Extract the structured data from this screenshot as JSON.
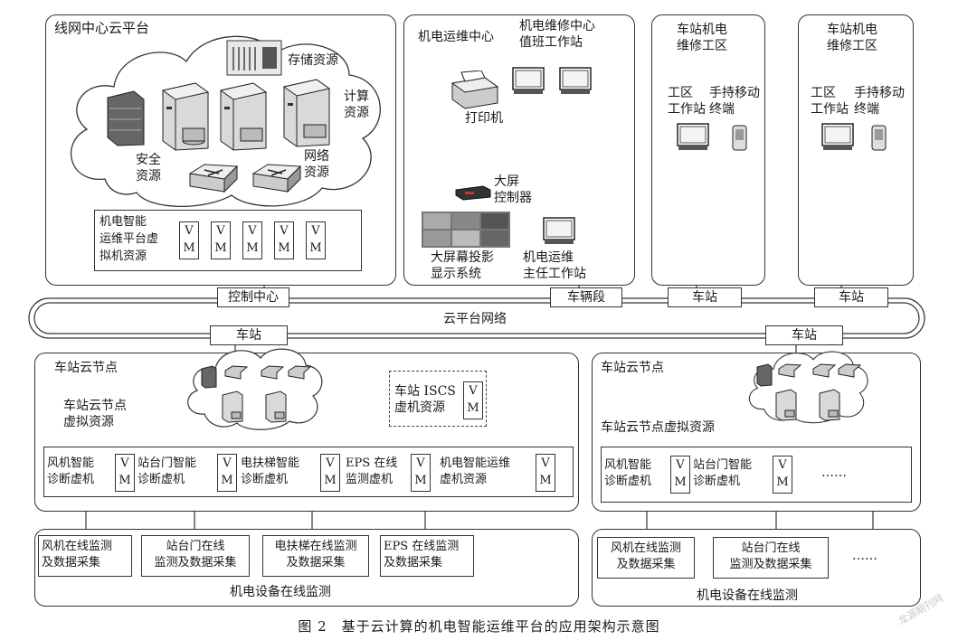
{
  "cloud_platform": {
    "title": "线网中心云平台",
    "storage": "存储资源",
    "compute": "计算\n资源",
    "security": "安全\n资源",
    "network": "网络\n资源",
    "vm_title": "机电智能\n运维平台虚\n拟机资源",
    "vm_label": "V\nM",
    "tag": "控制中心"
  },
  "maintenance_center": {
    "title": "机电运维中心",
    "duty_station": "机电维修中心\n值班工作站",
    "printer": "打印机",
    "screen_controller": "大屏\n控制器",
    "projection": "大屏幕投影\n显示系统",
    "director_station": "机电运维\n主任工作站",
    "tag": "车辆段"
  },
  "station_area_1": {
    "title": "车站机电\n维修工区",
    "workstation": "工区\n工作站",
    "mobile": "手持移动\n终端",
    "tag": "车站"
  },
  "station_area_2": {
    "title": "车站机电\n维修工区",
    "workstation": "工区\n工作站",
    "mobile": "手持移动\n终端",
    "tag": "车站"
  },
  "network": {
    "label": "云平台网络"
  },
  "left_node": {
    "tag": "车站",
    "title": "车站云节点",
    "virtual": "车站云节点\n虚拟资源",
    "iscs": "车站 ISCS\n虚机资源",
    "vms": [
      "风机智能\n诊断虚机",
      "站台门智能\n诊断虚机",
      "电扶梯智能\n诊断虚机",
      "EPS 在线\n监测虚机",
      "机电智能运维\n虚机资源"
    ],
    "devices": [
      "风机在线监测\n及数据采集",
      "站台门在线\n监测及数据采集",
      "电扶梯在线监测\n及数据采集",
      "EPS 在线监测\n及数据采集"
    ],
    "monitor": "机电设备在线监测"
  },
  "right_node": {
    "tag": "车站",
    "title": "车站云节点",
    "virtual": "车站云节点虚拟资源",
    "vms": [
      "风机智能\n诊断虚机",
      "站台门智能\n诊断虚机"
    ],
    "ellipsis": "……",
    "devices": [
      "风机在线监测\n及数据采集",
      "站台门在线\n监测及数据采集"
    ],
    "dev_ellipsis": "……",
    "monitor": "机电设备在线监测"
  },
  "caption": "图 2　基于云计算的机电智能运维平台的应用架构示意图",
  "watermark": "龙源期刊网"
}
